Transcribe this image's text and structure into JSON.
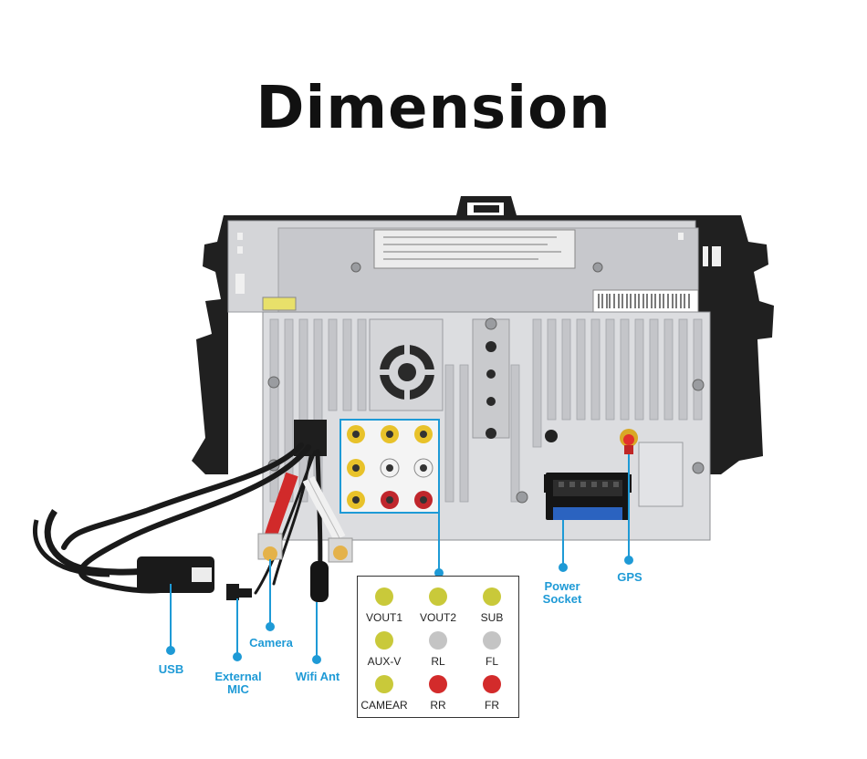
{
  "title": "Dimension",
  "colors": {
    "callout": "#1e9ad6",
    "yellow": "#c9c93a",
    "gray": "#c4c4c4",
    "red": "#d32b2b",
    "rca_yellow": "#e8c22a",
    "rca_red": "#c0262c",
    "rca_white": "#f2f2f2"
  },
  "callouts": {
    "usb": "USB",
    "external_mic_line1": "External",
    "external_mic_line2": "MIC",
    "camera": "Camera",
    "wifi_ant": "Wifi Ant",
    "power_socket_line1": "Power",
    "power_socket_line2": "Socket",
    "gps": "GPS"
  },
  "legend": [
    {
      "label": "VOUT1",
      "color": "yellow"
    },
    {
      "label": "VOUT2",
      "color": "yellow"
    },
    {
      "label": "SUB",
      "color": "yellow"
    },
    {
      "label": "AUX-V",
      "color": "yellow"
    },
    {
      "label": "RL",
      "color": "gray"
    },
    {
      "label": "FL",
      "color": "gray"
    },
    {
      "label": "CAMEAR",
      "color": "yellow"
    },
    {
      "label": "RR",
      "color": "red"
    },
    {
      "label": "FR",
      "color": "red"
    }
  ]
}
